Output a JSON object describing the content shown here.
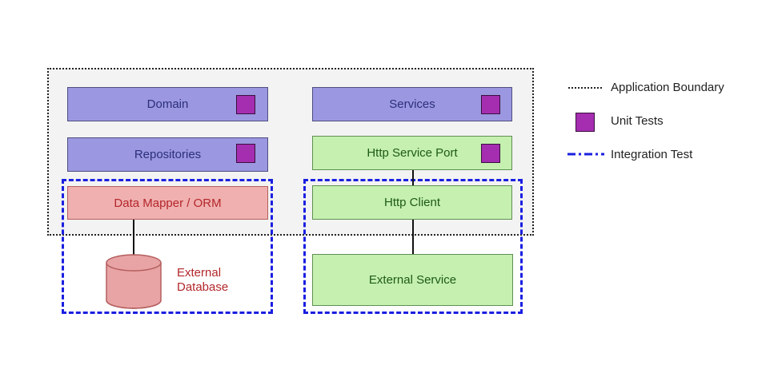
{
  "boxes": {
    "domain": "Domain",
    "repositories": "Repositories",
    "data_mapper": "Data Mapper / ORM",
    "services": "Services",
    "http_service_port": "Http Service Port",
    "http_client": "Http Client",
    "external_service": "External Service",
    "external_database_line1": "External",
    "external_database_line2": "Database"
  },
  "legend": {
    "application_boundary": "Application Boundary",
    "unit_tests": "Unit Tests",
    "integration_test": "Integration Test"
  },
  "colors": {
    "purple_fill": "#9b97e0",
    "green_fill": "#c5f0b0",
    "red_fill": "#f0b0b0",
    "unit_test": "#a52db0",
    "integration_border": "#1a1fe0"
  }
}
